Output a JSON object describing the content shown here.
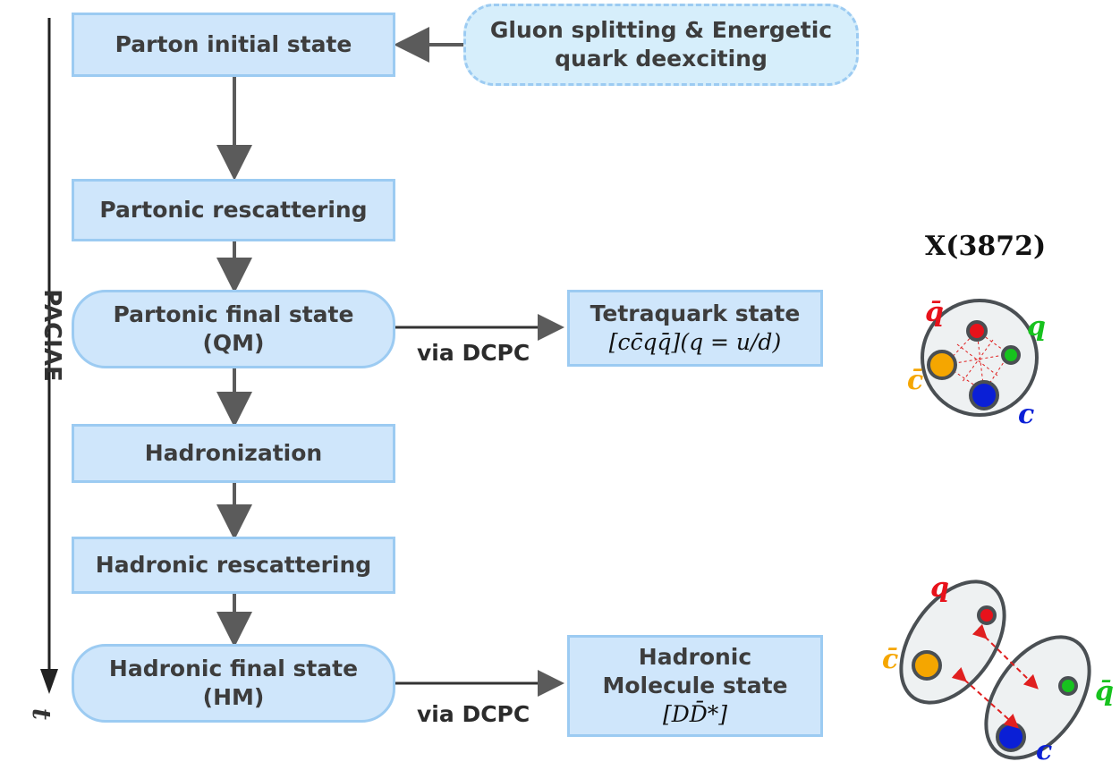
{
  "axis": {
    "label": "PACIAE",
    "time_label": "t"
  },
  "flow": {
    "parton_initial": "Parton initial state",
    "gluon_splitting": [
      "Gluon splitting & Energetic",
      "quark deexciting"
    ],
    "partonic_rescattering": "Partonic rescattering",
    "partonic_final": [
      "Partonic final state",
      "(QM)"
    ],
    "hadronization": "Hadronization",
    "hadronic_rescattering": "Hadronic rescattering",
    "hadronic_final": [
      "Hadronic final state",
      "(HM)"
    ],
    "via_dcpc_top": "via DCPC",
    "via_dcpc_bottom": "via DCPC",
    "tetraquark": {
      "title": "Tetraquark state",
      "formula": "[cc̄qq̄](q = u/d)"
    },
    "molecule": {
      "title_1": "Hadronic",
      "title_2": "Molecule state",
      "formula": "[DD̄*]"
    }
  },
  "illustration": {
    "x_title": "X(3872)",
    "top_quarks": {
      "qbar": "q̄",
      "q": "q",
      "cbar": "c̄",
      "c": "c"
    },
    "bottom_quarks": {
      "q": "q",
      "cbar": "c̄",
      "qbar": "q̄",
      "c": "c"
    },
    "colors": {
      "q": "#e8121b",
      "qbar_green": "#17c21e",
      "cbar": "#f5a600",
      "c": "#0a1fd6",
      "red": "#e02020"
    }
  },
  "colors": {
    "box_fill": "#cfe6fb",
    "box_border": "#9ccbf2",
    "arrow": "#5b5b5b"
  }
}
